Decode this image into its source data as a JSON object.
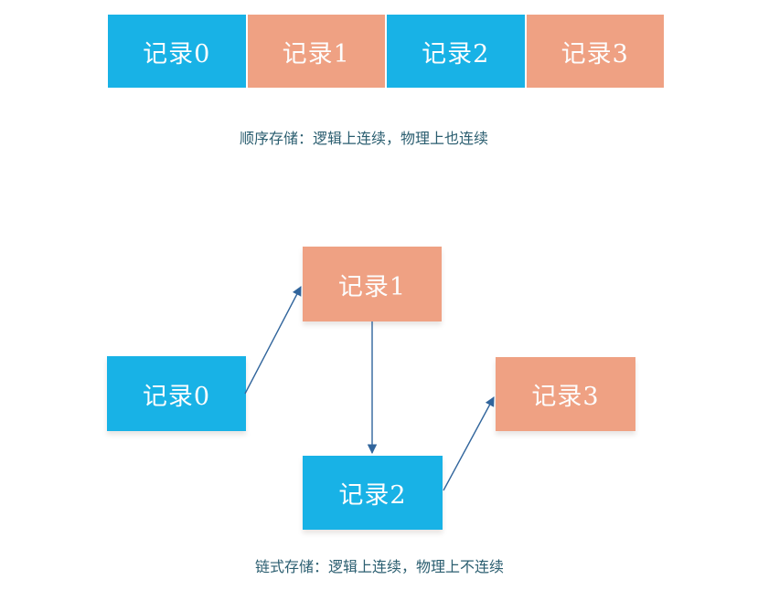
{
  "colors": {
    "background": "#ffffff",
    "blue": "#18b2e6",
    "orange": "#efa183",
    "label": "#fdfdfd",
    "caption": "#2b5e70",
    "arrow": "#31659c"
  },
  "sequential": {
    "caption": "顺序存储：逻辑上连续，物理上也连续",
    "cells": [
      {
        "label": "记录0",
        "color": "blue"
      },
      {
        "label": "记录1",
        "color": "orange"
      },
      {
        "label": "记录2",
        "color": "blue"
      },
      {
        "label": "记录3",
        "color": "orange"
      }
    ]
  },
  "linked": {
    "caption": "链式存储：逻辑上连续，物理上不连续",
    "nodes": [
      {
        "label": "记录0",
        "color": "blue"
      },
      {
        "label": "记录1",
        "color": "orange"
      },
      {
        "label": "记录2",
        "color": "blue"
      },
      {
        "label": "记录3",
        "color": "orange"
      }
    ],
    "edges": [
      {
        "from": "记录0",
        "to": "记录1"
      },
      {
        "from": "记录1",
        "to": "记录2"
      },
      {
        "from": "记录2",
        "to": "记录3"
      }
    ]
  }
}
